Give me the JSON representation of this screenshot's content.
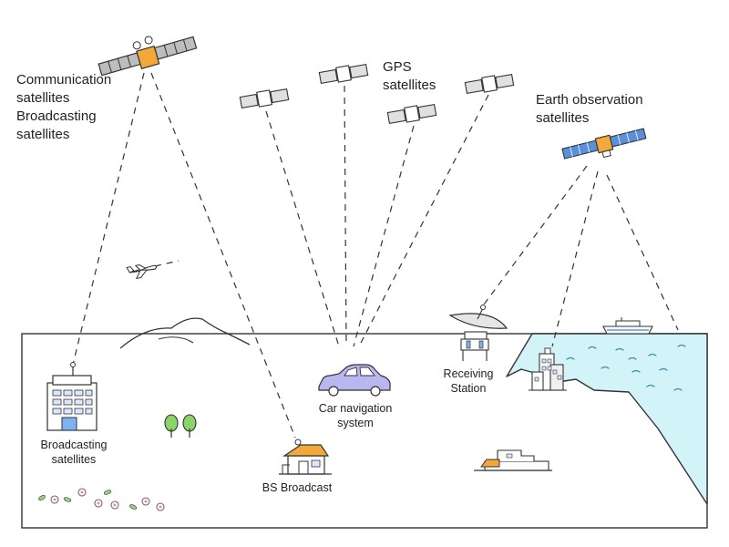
{
  "labels": {
    "comm": [
      "Communication",
      "satellites",
      "Broadcasting",
      "satellites"
    ],
    "gps": [
      "GPS",
      "satellites"
    ],
    "earth_obs": [
      "Earth observation",
      "satellites"
    ],
    "broadcasting_bldg": [
      "Broadcasting",
      "satellites"
    ],
    "car_nav": [
      "Car navigation",
      "system"
    ],
    "receiving": [
      "Receiving",
      "Station"
    ],
    "bs_broadcast": "BS Broadcast"
  },
  "colors": {
    "outline": "#333333",
    "sea": "#d2f3f8",
    "sea_waves": "#3a8ea6",
    "comm_sat_body": "#f3a93a",
    "earth_obs_panel": "#5b8fd8",
    "car": "#b9b6f0",
    "house_roof": "#f3a93a",
    "building_blue": "#d9e8ff",
    "tree": "#8cd36a",
    "flower": "#c89aa8",
    "leaf": "#9ed37a"
  },
  "icons": [
    "communication-satellite-icon",
    "gps-satellite-icon",
    "earth-observation-satellite-icon",
    "airplane-icon",
    "mountain-icon",
    "office-building-icon",
    "tree-icon",
    "flower-icon",
    "car-icon",
    "house-icon",
    "satellite-dish-icon",
    "ship-icon",
    "city-building-icon",
    "factory-icon"
  ]
}
